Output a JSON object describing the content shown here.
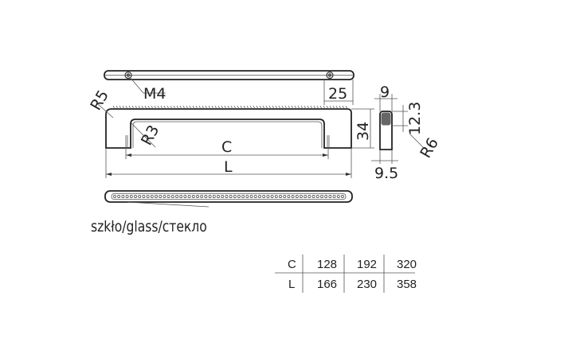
{
  "drawing": {
    "labels": {
      "m4": "M4",
      "d25": "25",
      "r5": "R5",
      "r3": "R3",
      "d34": "34",
      "c": "C",
      "l": "L",
      "d9": "9",
      "d12_3": "12.3",
      "r6": "R6",
      "d9_5": "9.5",
      "material": "szkło/glass/стекло"
    }
  },
  "table": {
    "rows": [
      {
        "label": "C",
        "values": [
          "128",
          "192",
          "320"
        ]
      },
      {
        "label": "L",
        "values": [
          "166",
          "230",
          "358"
        ]
      }
    ]
  },
  "colors": {
    "line": "#222222",
    "background": "#ffffff"
  }
}
